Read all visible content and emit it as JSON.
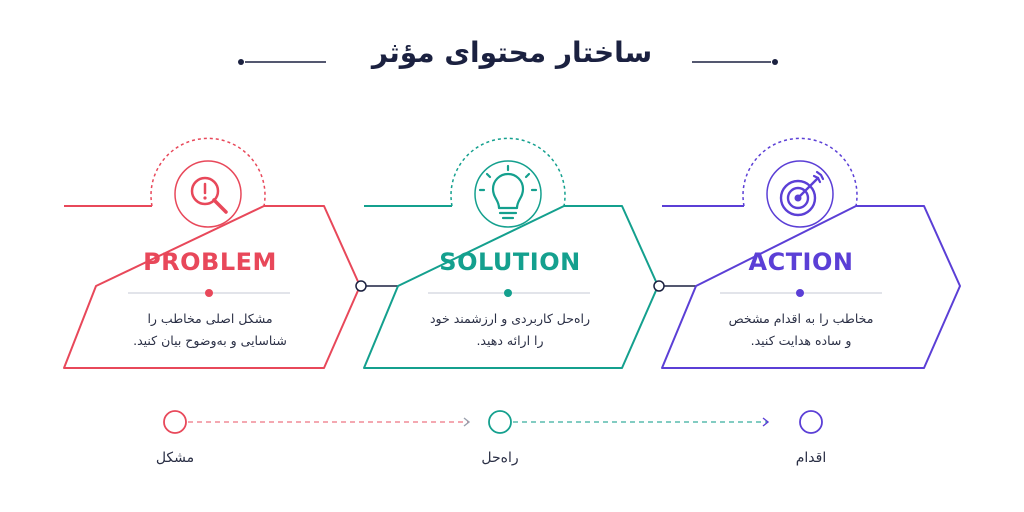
{
  "title": "ساختار محتوای مؤثر",
  "colors": {
    "problem": "#e8485a",
    "solution": "#14a08e",
    "action": "#5b3fd6",
    "navy": "#1b2140",
    "divider": "#d9dce3"
  },
  "cards": [
    {
      "key": "problem",
      "title": "PROBLEM",
      "line1": "مشکل اصلی مخاطب را",
      "line2": "شناسایی و به‌وضوح بیان کنید.",
      "icon": "magnifier-exclamation-icon"
    },
    {
      "key": "solution",
      "title": "SOLUTION",
      "line1": "راه‌حل کاربردی و ارزشمند خود",
      "line2": "را ارائه دهید.",
      "icon": "lightbulb-icon"
    },
    {
      "key": "action",
      "title": "ACTION",
      "line1": "مخاطب را به اقدام مشخص",
      "line2": "و ساده هدایت کنید.",
      "icon": "target-arrow-icon"
    }
  ],
  "steps": [
    {
      "label": "مشکل"
    },
    {
      "label": "راه‌حل"
    },
    {
      "label": "اقدام"
    }
  ]
}
